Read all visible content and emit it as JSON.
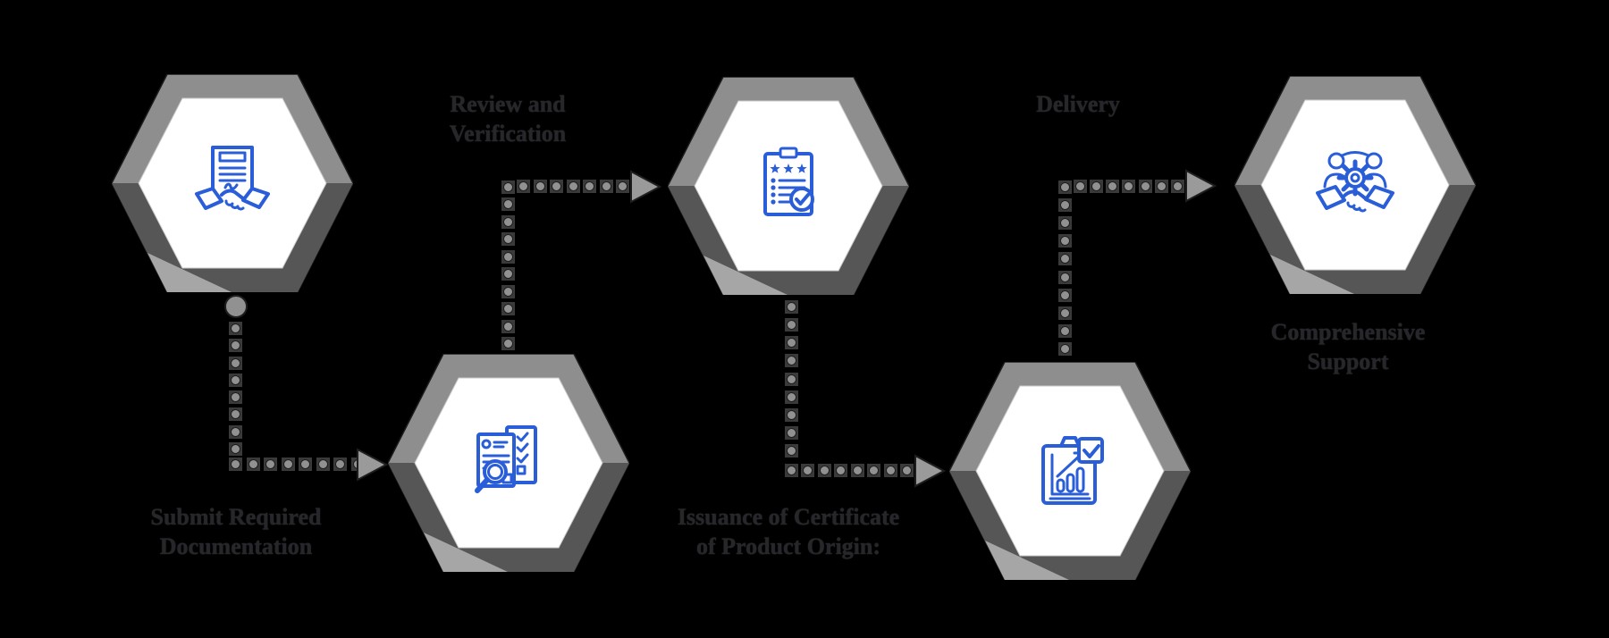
{
  "diagram": {
    "type": "process-flow",
    "shape": "hexagon",
    "steps": [
      {
        "name": "submit-required-documentation",
        "label": "Submit Required Documentation",
        "lines": [
          "Submit Required",
          "Documentation"
        ],
        "icon": "contract-signing-icon",
        "label_position": "bottom"
      },
      {
        "name": "review-and-verification",
        "label": "Review and Verification",
        "lines": [
          "Review and",
          "Verification"
        ],
        "icon": "document-review-icon",
        "label_position": "top"
      },
      {
        "name": "issuance-of-certificate",
        "label": "Issuance of Certificate of Product Origin:",
        "lines": [
          "Issuance of Certificate",
          "of Product Origin:"
        ],
        "icon": "certificate-checklist-icon",
        "label_position": "bottom"
      },
      {
        "name": "delivery",
        "label": "Delivery",
        "lines": [
          "Delivery"
        ],
        "icon": "report-delivery-icon",
        "label_position": "top"
      },
      {
        "name": "comprehensive-support",
        "label": "Comprehensive Support",
        "lines": [
          "Comprehensive",
          "Support"
        ],
        "icon": "partnership-support-icon",
        "label_position": "bottom"
      }
    ]
  },
  "colors": {
    "background": "#000000",
    "hexagon_gray": "#8e8e8e",
    "hexagon_shadow": "#565656",
    "hexagon_highlight": "#a6a6a6",
    "hexagon_inner": "#ffffff",
    "hexagon_outline": "#1c1c1c",
    "icon_blue": "#2a5dd8",
    "dot_fill": "#919191",
    "dot_track": "#3a3a3a",
    "dot_outline": "#1e1e1e",
    "arrow_fill": "#9a9a9a",
    "label_color": "#27272b"
  }
}
